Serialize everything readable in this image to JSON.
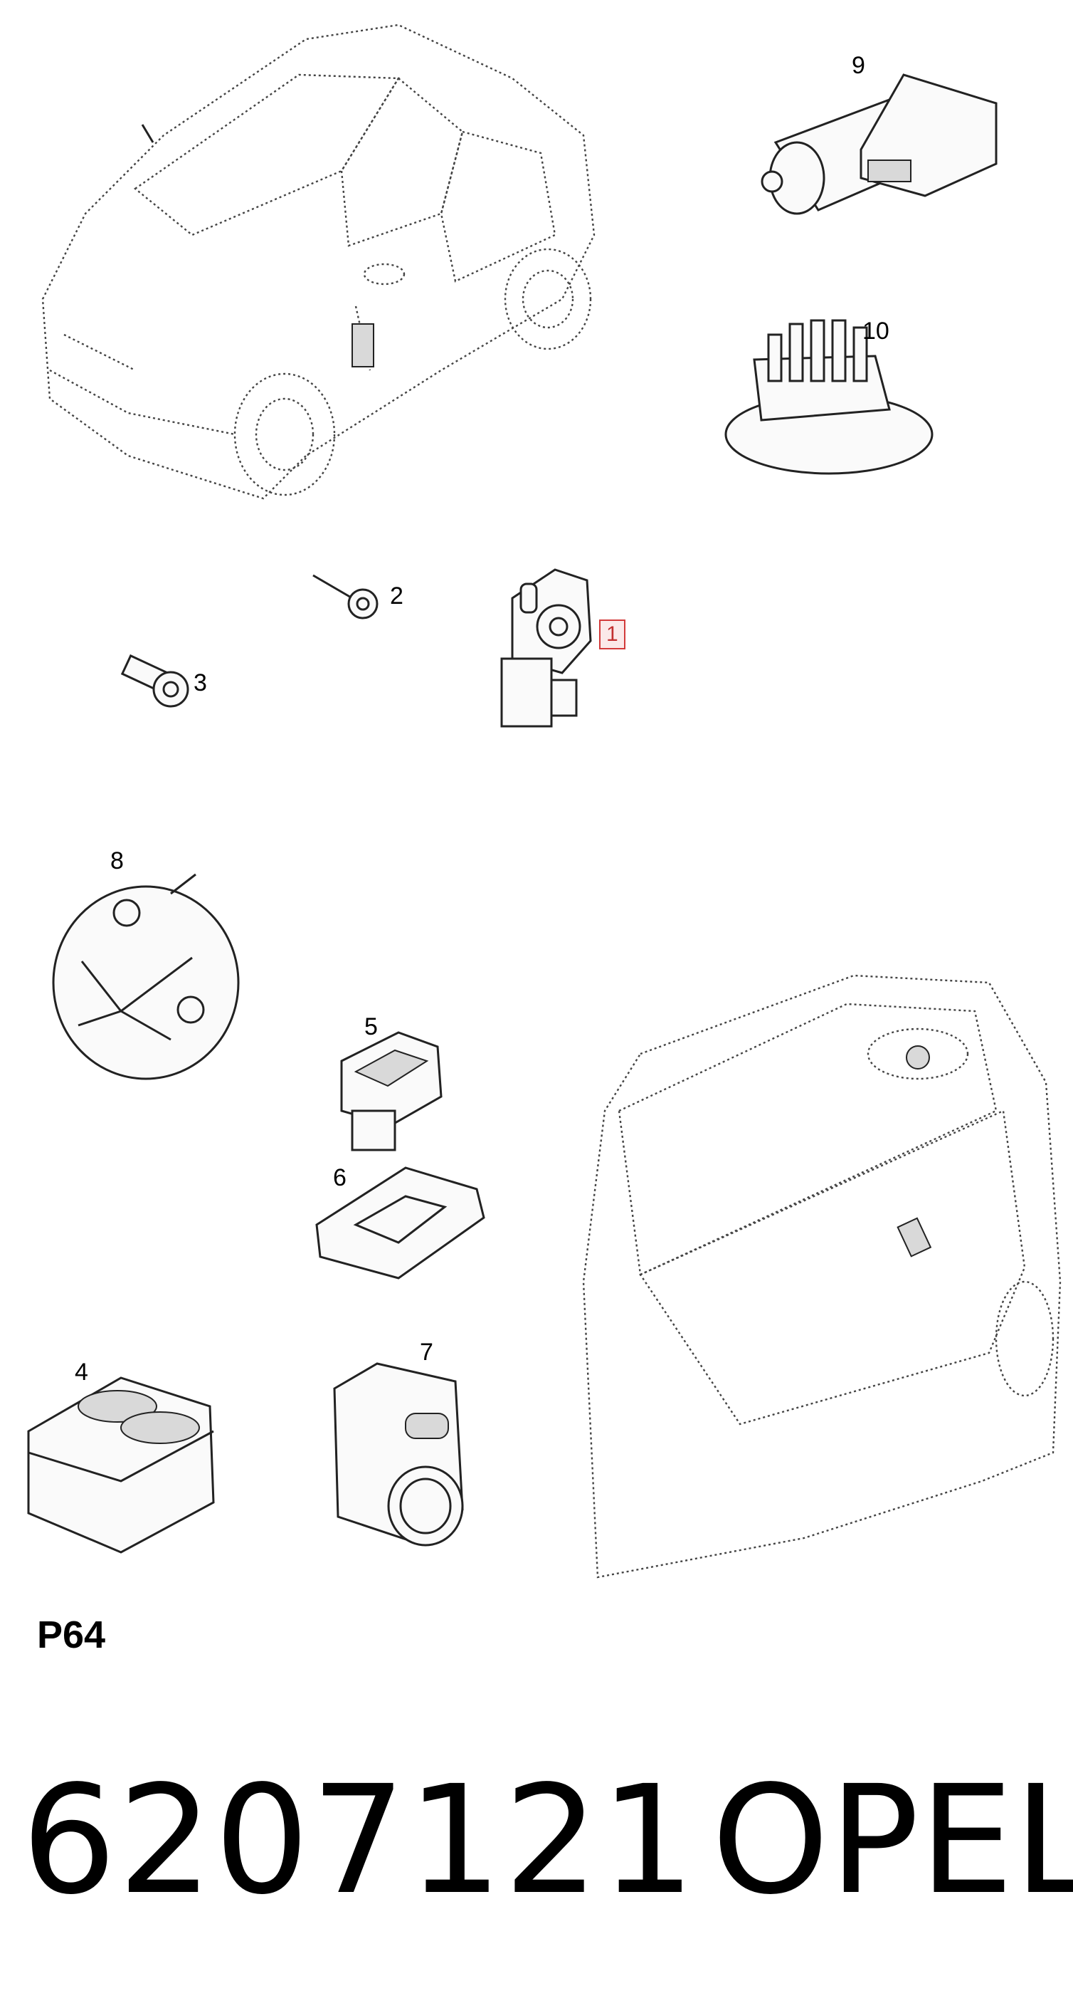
{
  "callouts": [
    {
      "id": "1",
      "label": "1",
      "highlighted": true
    },
    {
      "id": "2",
      "label": "2"
    },
    {
      "id": "3",
      "label": "3"
    },
    {
      "id": "4",
      "label": "4"
    },
    {
      "id": "5",
      "label": "5"
    },
    {
      "id": "6",
      "label": "6"
    },
    {
      "id": "7",
      "label": "7"
    },
    {
      "id": "8",
      "label": "8"
    },
    {
      "id": "9",
      "label": "9"
    },
    {
      "id": "10",
      "label": "10"
    }
  ],
  "sheet_code": "P64",
  "part_number": "6207121",
  "brand": "OPEL",
  "colors": {
    "highlight_border": "#d23a3a",
    "highlight_fill": "#fbe9e9",
    "line": "#222222"
  }
}
